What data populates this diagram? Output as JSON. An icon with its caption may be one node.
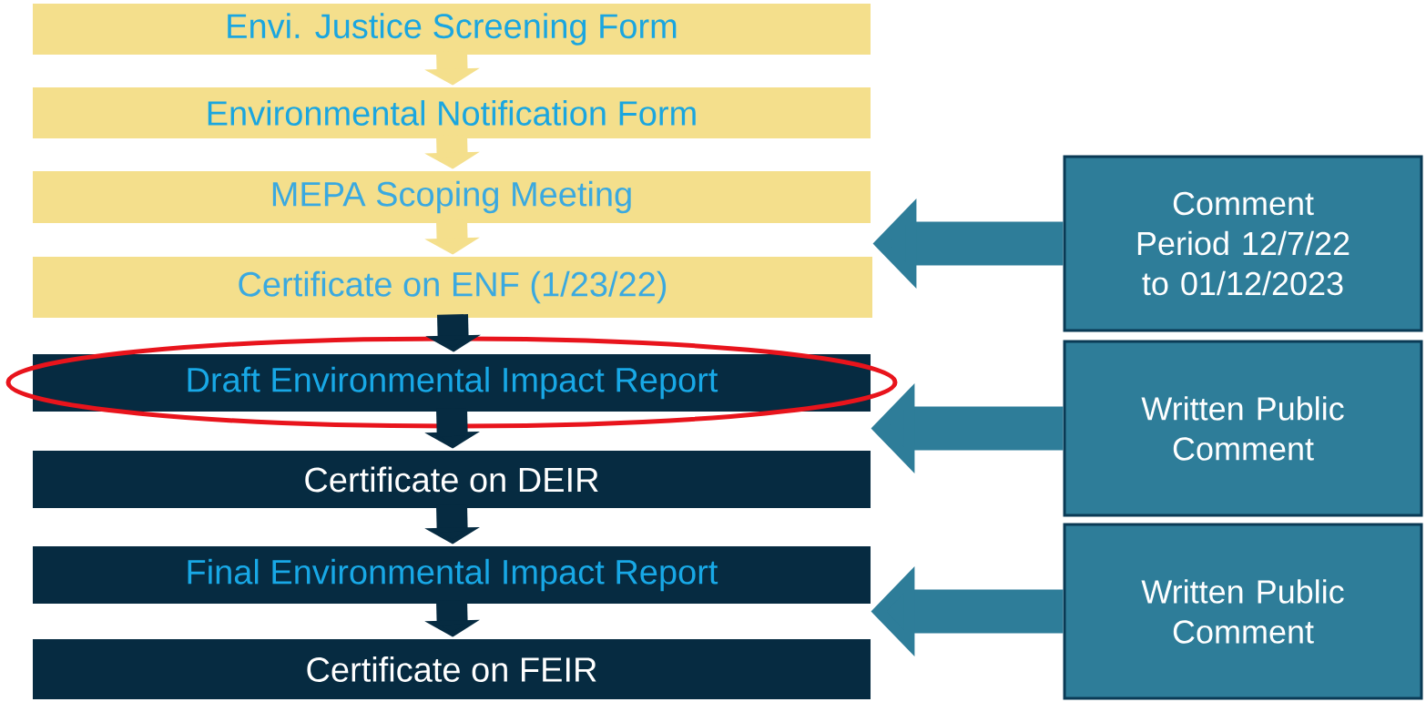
{
  "diagram": {
    "nodes": [
      {
        "text": [
          "Envi. Justice Screening Form"
        ]
      },
      {
        "text": [
          "Environmental Notification Form"
        ]
      },
      {
        "text": [
          "MEPA Scoping Meeting"
        ]
      },
      {
        "text": [
          "Certificate on ENF (1/23/22)"
        ]
      },
      {
        "text": [
          "Draft Environmental Impact Report"
        ]
      },
      {
        "text": [
          "Certificate on DEIR"
        ]
      },
      {
        "text": [
          "Final Environmental Impact Report"
        ]
      },
      {
        "text": [
          "Certificate on FEIR"
        ]
      },
      {
        "text": [
          "Comment Period 12/7/22 to 01/12/2023"
        ]
      },
      {
        "text": [
          "Written Public Comment"
        ]
      },
      {
        "text": [
          "Written Public Comment"
        ]
      }
    ],
    "edges": [
      {
        "from": 0,
        "to": 1,
        "arrow": "to",
        "color": "#f4df8c"
      },
      {
        "from": 1,
        "to": 2,
        "arrow": "to",
        "color": "#f4df8c"
      },
      {
        "from": 2,
        "to": 3,
        "arrow": "to",
        "color": "#f4df8c"
      },
      {
        "from": 3,
        "to": 4,
        "arrow": "to"
      },
      {
        "from": 4,
        "to": 5,
        "arrow": "to"
      },
      {
        "from": 5,
        "to": 6,
        "arrow": "to"
      },
      {
        "from": 6,
        "to": 7,
        "arrow": "to"
      },
      {
        "from": 8,
        "to": 3,
        "arrow": "to",
        "color": "#2e7d99"
      },
      {
        "from": 9,
        "to": 5,
        "arrow": "to",
        "color": "#2e7d99"
      },
      {
        "from": 10,
        "to": 7,
        "arrow": "to",
        "color": "#2e7d99"
      }
    ]
  }
}
